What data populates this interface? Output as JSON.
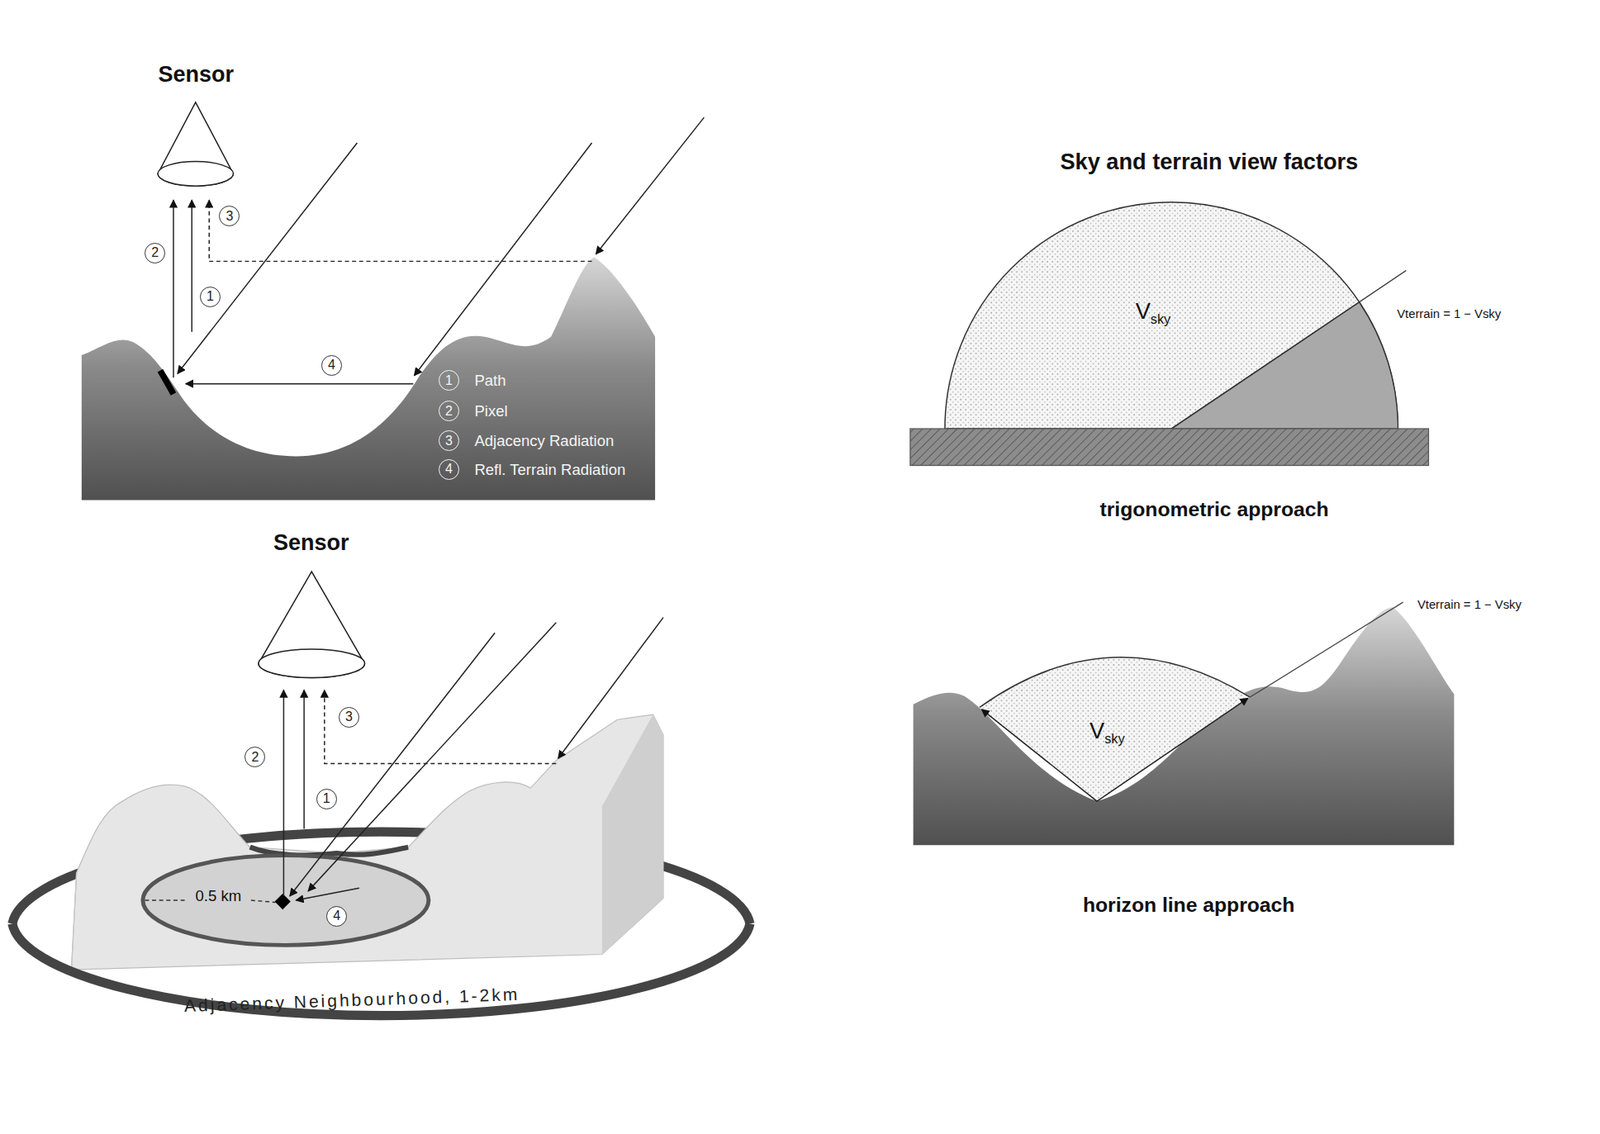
{
  "diagram": {
    "nodes": [
      {
        "text": [
          "Sensor"
        ]
      },
      {
        "text": [
          "2"
        ]
      },
      {
        "text": [
          "3"
        ]
      },
      {
        "text": [
          "1"
        ]
      },
      {
        "text": [
          "4"
        ]
      },
      {
        "text": [
          "1"
        ]
      },
      {
        "text": [
          "2"
        ]
      },
      {
        "text": [
          "3"
        ]
      },
      {
        "text": [
          "4"
        ]
      },
      {
        "text": [
          "Sensor"
        ]
      },
      {
        "text": [
          "3"
        ]
      },
      {
        "text": [
          "2"
        ]
      },
      {
        "text": [
          "1"
        ]
      },
      {
        "text": [
          "4"
        ]
      }
    ],
    "edges": [],
    "labels": [
      "Path",
      "Pixel",
      "Adjacency Radiation",
      "Refl. Terrain Radiation",
      "0.5 km",
      "Adjacency Neighbourhood, 1-2km",
      "Sky and terrain view factors",
      "Vsky",
      "Vterrain = 1 − Vsky",
      "trigonometric approach",
      "Vsky",
      "Vterrain = 1 − Vsky",
      "horizon line approach"
    ]
  }
}
